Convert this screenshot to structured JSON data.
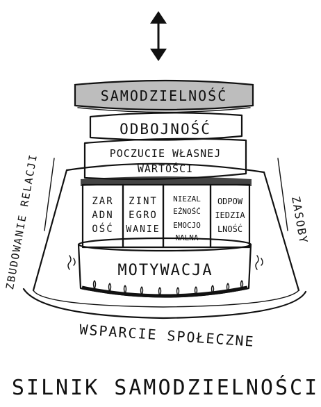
{
  "diagram": {
    "title": "SILNIK SAMODZIELNOŚCI",
    "top_layer": "SAMODZIELNOŚĆ",
    "layer_2": "ODBOJNOŚĆ",
    "layer_3_line1": "POCZUCIE WŁASNEJ",
    "layer_3_line2": "WARTOŚCI",
    "cylinders": [
      {
        "lines": [
          "ZAR",
          "ADN",
          "OŚĆ"
        ]
      },
      {
        "lines": [
          "ZINT",
          "EGRO",
          "WANIE"
        ]
      },
      {
        "lines": [
          "NIEZAL",
          "EŻNOŚĆ",
          "EMOCJO",
          "NALNA"
        ]
      },
      {
        "lines": [
          "ODPOW",
          "IEDZIA",
          "LNOŚĆ"
        ]
      }
    ],
    "base_layer": "MOTYWACJA",
    "left_side": "ZBUDOWANIE RELACJI",
    "right_side": "ZASOBY",
    "bottom_label": "WSPARCIE SPOŁECZNE",
    "arrow_icon": "double-arrow-vertical",
    "colors": {
      "ink": "#111111",
      "top_fill": "#bdbdbd",
      "band_fill": "#444444",
      "paper": "#ffffff"
    }
  }
}
